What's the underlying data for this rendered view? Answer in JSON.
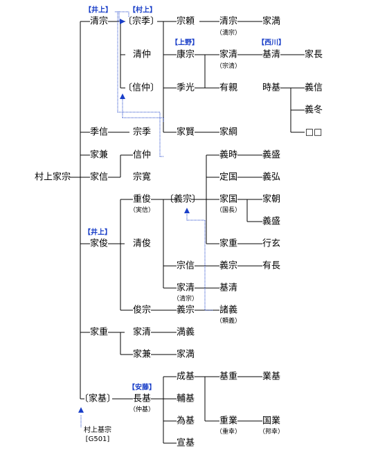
{
  "nodes": {
    "root": "村上家宗",
    "kiyomune": "清宗",
    "munesue_b": "〔宗季〕",
    "kiyonaka": "清仲",
    "nobunaka_b": "〔信仲〕",
    "ienobu": "季信",
    "munesue2": "宗季",
    "iekane1": "家兼",
    "nobunaka2": "信仲",
    "ienobu2": "家信",
    "munehiro": "宗寛",
    "munenori": "宗頼",
    "kiyomune2": "清宗",
    "iemitsu": "家満",
    "yasumune": "康宗",
    "iekiyo": "家清",
    "motokiyo": "基清",
    "ienaga": "家長",
    "suemitsu": "季光",
    "arichika": "有親",
    "tokimoto": "時基",
    "yoshinobu": "義信",
    "yoshifuyu": "義冬",
    "blank": "□□",
    "iekata": "家賢",
    "ietsuna": "家綱",
    "shigetoshi": "重俊",
    "kiyotoshi": "清俊",
    "ietoshi": "家俊",
    "toshimune": "俊宗",
    "yoshimune_b": "〔義宗〕",
    "yoshitoki": "義時",
    "yoshimori1": "義盛",
    "sadakuni": "定国",
    "yoshihiro": "義弘",
    "iekuni": "家国",
    "ietomo": "家朝",
    "yoshimori2": "義盛",
    "ieshige1": "家重",
    "yukihara": "行玄",
    "munenobu": "宗信",
    "yoshimune2": "義宗",
    "arinaga": "有長",
    "iekiyo2": "家清",
    "motokiyo2": "基清",
    "yoshimune3": "義宗",
    "moroyoshi": "諸義",
    "ieshige2": "家重",
    "iekiyo3": "家清",
    "mitsuyoshi": "満義",
    "iekane2": "家兼",
    "iemitsu2": "家満",
    "iemoto_b": "〔家基〕",
    "nagamoto": "長基",
    "narimoto": "成基",
    "motoshige": "基重",
    "narimoto2": "業基",
    "sukemoto": "輔基",
    "tamemoto": "為基",
    "shigenari": "重業",
    "kuninari": "国業",
    "nobumoto": "宣基"
  },
  "annotations": {
    "kiyomune2": "（満宗）",
    "iekiyo": "（宗清）",
    "shigetoshi": "（実信）",
    "iekuni": "（国長）",
    "iekiyo2": "（清宗）",
    "moroyoshi": "（頼義）",
    "nagamoto": "（仲基）",
    "shigenari": "（重幸）",
    "kuninari": "（邦幸）"
  },
  "family_labels": {
    "inoue1": "【井上】",
    "murakami": "【村上】",
    "ueno": "【上野】",
    "nishikawa": "【西川】",
    "inoue2": "【井上】",
    "ando": "【安藤】"
  },
  "reference": {
    "name": "村上基宗",
    "code": "[G501]"
  },
  "colors": {
    "line": "#000000",
    "link": "#1a3fc8"
  }
}
